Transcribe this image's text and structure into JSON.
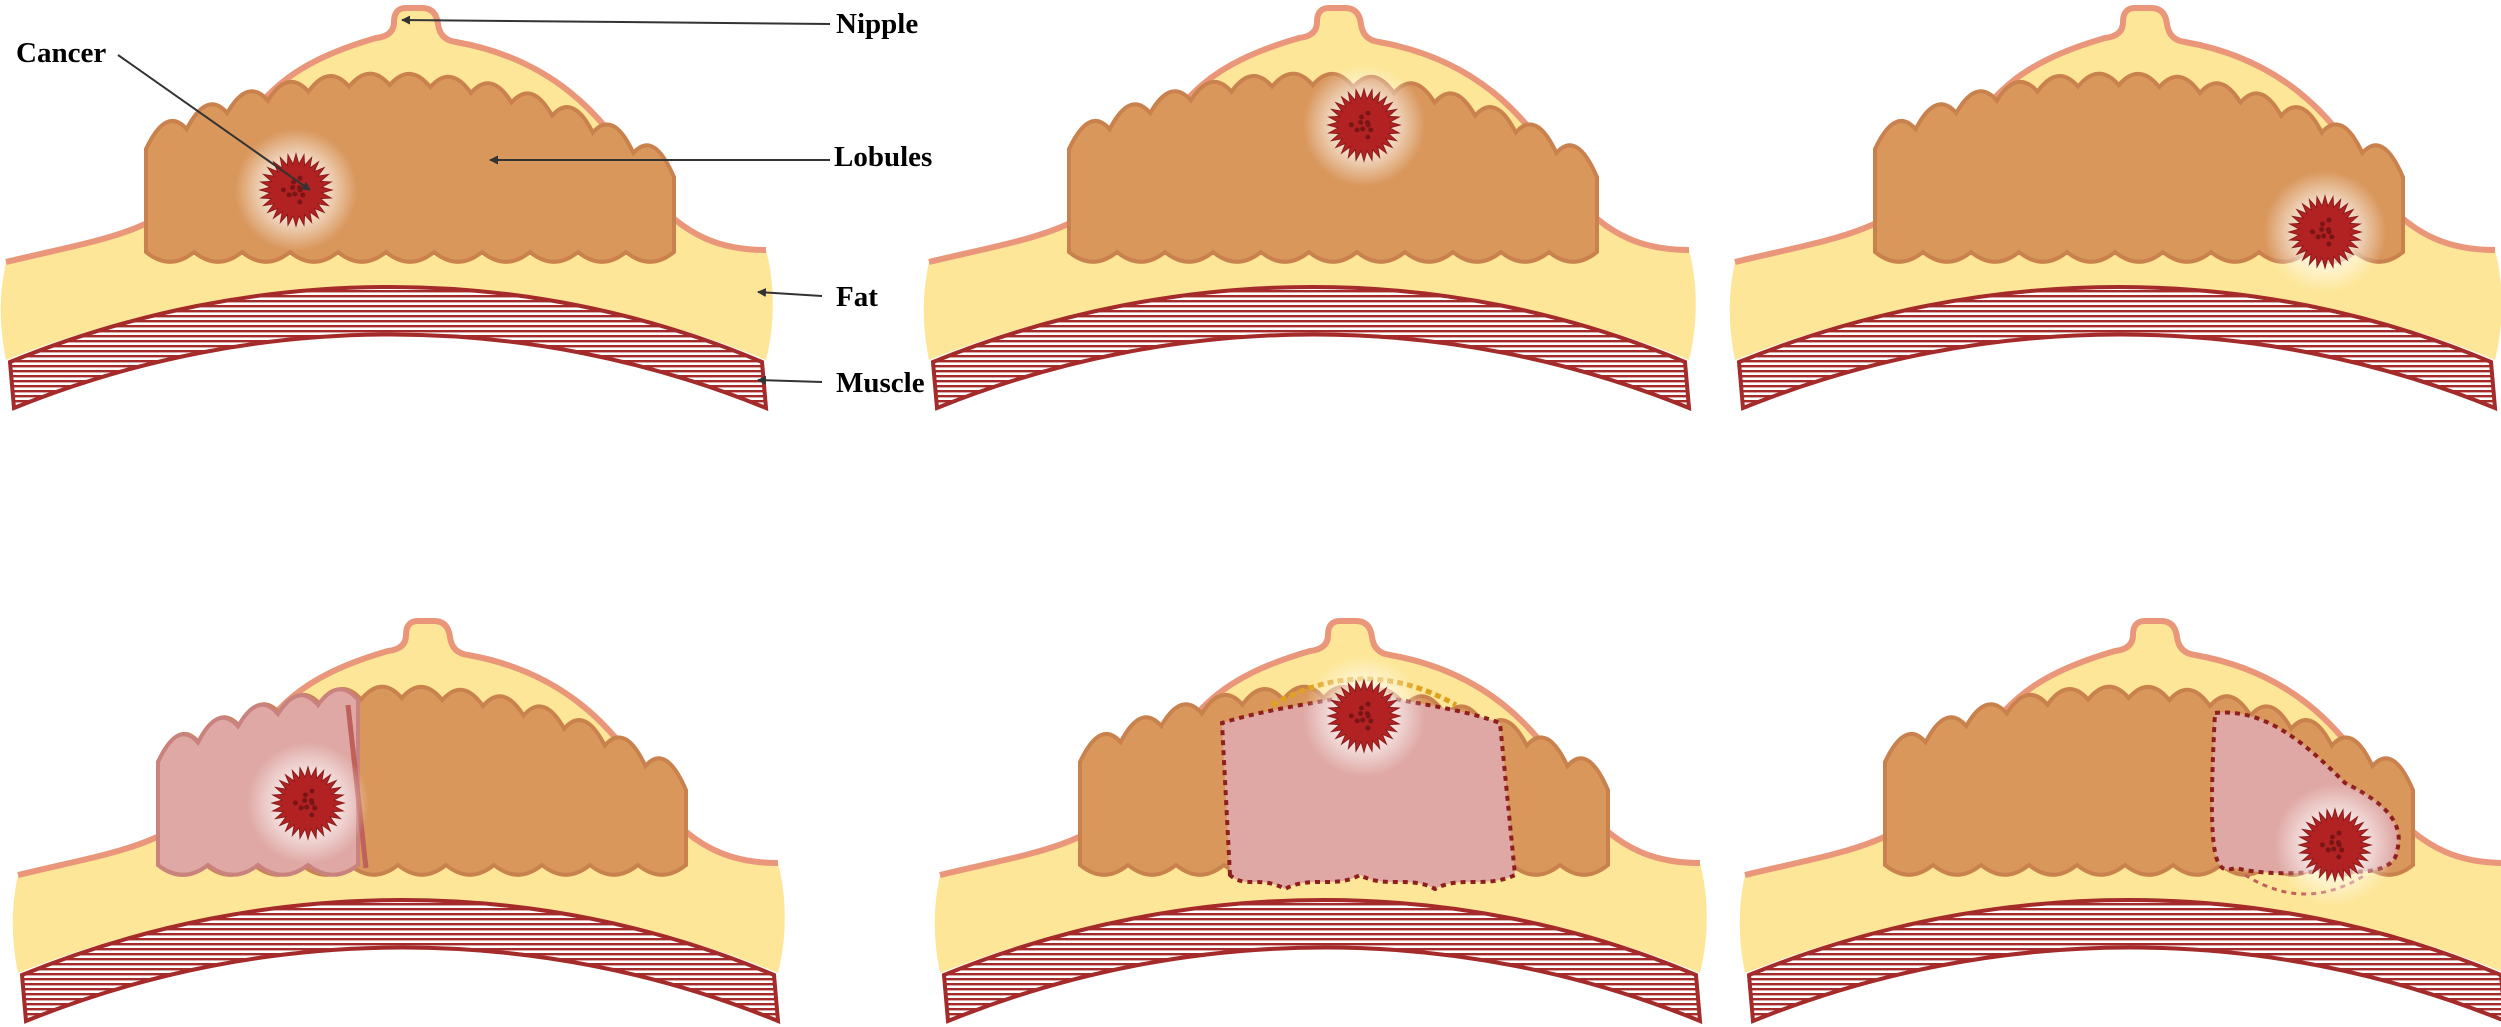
{
  "labels": {
    "nipple": "Nipple",
    "cancer": "Cancer",
    "lobules": "Lobules",
    "fat": "Fat",
    "muscle": "Muscle"
  },
  "colors": {
    "skin": "#e9967a",
    "fat": "#fde697",
    "lobule_fill": "#d9975c",
    "lobule_edge": "#c9824e",
    "affected_fill": "#dfa8a4",
    "excision_border": "#8e1f1f",
    "muscle": "#a52a2a",
    "tumor": "#b22222",
    "annotation_line": "#333333"
  },
  "panels": [
    {
      "id": "top-left",
      "tumor": "left",
      "excision": "none"
    },
    {
      "id": "top-middle",
      "tumor": "center",
      "excision": "none"
    },
    {
      "id": "top-right",
      "tumor": "right",
      "excision": "none"
    },
    {
      "id": "bottom-left",
      "tumor": "left",
      "excision": "left-segment"
    },
    {
      "id": "bottom-middle",
      "tumor": "top",
      "excision": "central-segment"
    },
    {
      "id": "bottom-right",
      "tumor": "right",
      "excision": "right-segment"
    }
  ]
}
